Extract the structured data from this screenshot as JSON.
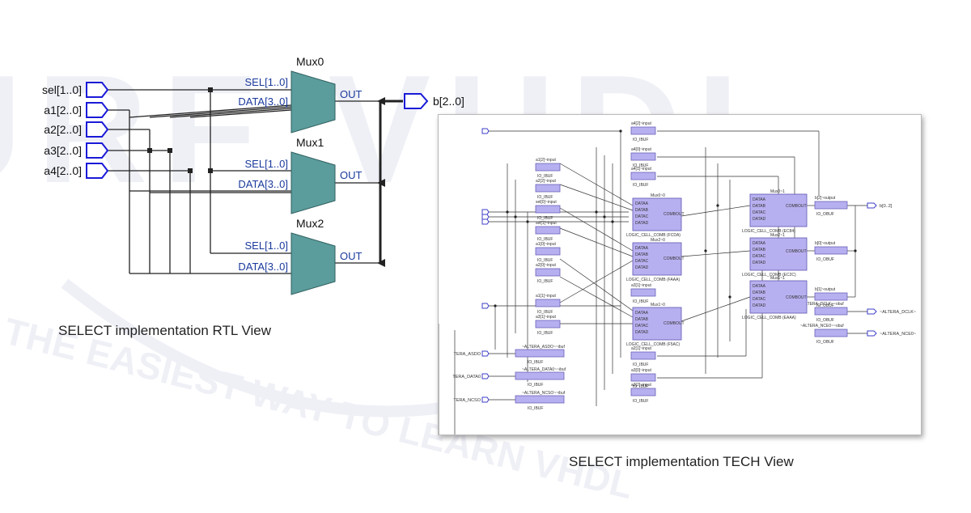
{
  "watermark": {
    "brand": "SURF VHDL",
    "tagline": "THE EASIEST WAY TO LEARN VHDL"
  },
  "rtl": {
    "caption": "SELECT implementation RTL View",
    "inputs": [
      "sel[1..0]",
      "a1[2..0]",
      "a2[2..0]",
      "a3[2..0]",
      "a4[2..0]"
    ],
    "output": "b[2..0]",
    "muxes": [
      {
        "name": "Mux0",
        "sel": "SEL[1..0]",
        "data": "DATA[3..0]",
        "out": "OUT"
      },
      {
        "name": "Mux1",
        "sel": "SEL[1..0]",
        "data": "DATA[3..0]",
        "out": "OUT"
      },
      {
        "name": "Mux2",
        "sel": "SEL[1..0]",
        "data": "DATA[3..0]",
        "out": "OUT"
      }
    ],
    "colors": {
      "mux_fill": "#5b9c9c",
      "port": "#1a1ad8",
      "sel_label": "#1a3a9c",
      "wire": "#222222"
    }
  },
  "tech": {
    "caption": "SELECT implementation TECH View",
    "cells": [
      {
        "title": "Mux0~0",
        "ports": [
          "DATAA",
          "DATAB",
          "DATAC",
          "DATAD"
        ],
        "out": "COMBOUT",
        "label": "LOGIC_CELL_COMB (FCDA)"
      },
      {
        "title": "Mux2~0",
        "ports": [
          "DATAA",
          "DATAB",
          "DATAC",
          "DATAD"
        ],
        "out": "COMBOUT",
        "label": "LOGIC_CELL_COMB (FAAA)"
      },
      {
        "title": "Mux1~0",
        "ports": [
          "DATAA",
          "DATAB",
          "DATAC",
          "DATAD"
        ],
        "out": "COMBOUT",
        "label": "LOGIC_CELL_COMB (F5AC)"
      },
      {
        "title": "Mux0~1",
        "ports": [
          "DATAA",
          "DATAB",
          "DATAC",
          "DATAD"
        ],
        "out": "COMBOUT",
        "label": "LOGIC_CELL_COMB (EC84)"
      },
      {
        "title": "Mux2~1",
        "ports": [
          "DATAA",
          "DATAB",
          "DATAC",
          "DATAD"
        ],
        "out": "COMBOUT",
        "label": "LOGIC_CELL_COMB (EC2C)"
      },
      {
        "title": "Mux1~1",
        "ports": [
          "DATAA",
          "DATAB",
          "DATAC",
          "DATAD"
        ],
        "out": "COMBOUT",
        "label": "LOGIC_CELL_COMB (EAAA)"
      }
    ],
    "buffers": [
      {
        "name": "a4[2]~input",
        "type": "IO_IBUF"
      },
      {
        "name": "a4[0]~input",
        "type": "IO_IBUF"
      },
      {
        "name": "a4[1]~input",
        "type": "IO_IBUF"
      },
      {
        "name": "a1[2]~input",
        "type": "IO_IBUF"
      },
      {
        "name": "a2[2]~input",
        "type": "IO_IBUF"
      },
      {
        "name": "sel[0]~input",
        "type": "IO_IBUF"
      },
      {
        "name": "sel[1]~input",
        "type": "IO_IBUF"
      },
      {
        "name": "a1[0]~input",
        "type": "IO_IBUF"
      },
      {
        "name": "a2[0]~input",
        "type": "IO_IBUF"
      },
      {
        "name": "a3[1]~input",
        "type": "IO_IBUF"
      },
      {
        "name": "a1[1]~input",
        "type": "IO_IBUF"
      },
      {
        "name": "a3[1]~input",
        "type": "IO_IBUF"
      },
      {
        "name": "a2[1]~input",
        "type": "IO_IBUF"
      },
      {
        "name": "a3[0]~input",
        "type": "IO_IBUF"
      },
      {
        "name": "a3[2]~input",
        "type": "IO_IBUF"
      },
      {
        "name": "~ALTERA_ASDO~~ibuf",
        "type": "IO_IBUF"
      },
      {
        "name": "~ALTERA_DATA0~~ibuf",
        "type": "IO_IBUF"
      },
      {
        "name": "~ALTERA_NCSO~~ibuf",
        "type": "IO_IBUF"
      },
      {
        "name": "b[2]~output",
        "type": "IO_OBUF"
      },
      {
        "name": "b[0]~output",
        "type": "IO_OBUF"
      },
      {
        "name": "b[1]~output",
        "type": "IO_OBUF"
      },
      {
        "name": "~ALTERA_DCLK~~obuf",
        "type": "IO_OBUF"
      },
      {
        "name": "~ALTERA_NCE0~~obuf",
        "type": "IO_OBUF"
      }
    ],
    "left_pins": [
      "TERA_ASDO",
      "TERA_DATA0",
      "TERA_NCSO"
    ],
    "right_pins": [
      "b[0..2]",
      "~ALTERA_DCLK~",
      "~ALTERA_NCE0~"
    ],
    "colors": {
      "cell_fill": "#b7b0f0",
      "cell_stroke": "#6a62b8",
      "wire": "#333333",
      "pin": "#3d3dc8"
    }
  }
}
